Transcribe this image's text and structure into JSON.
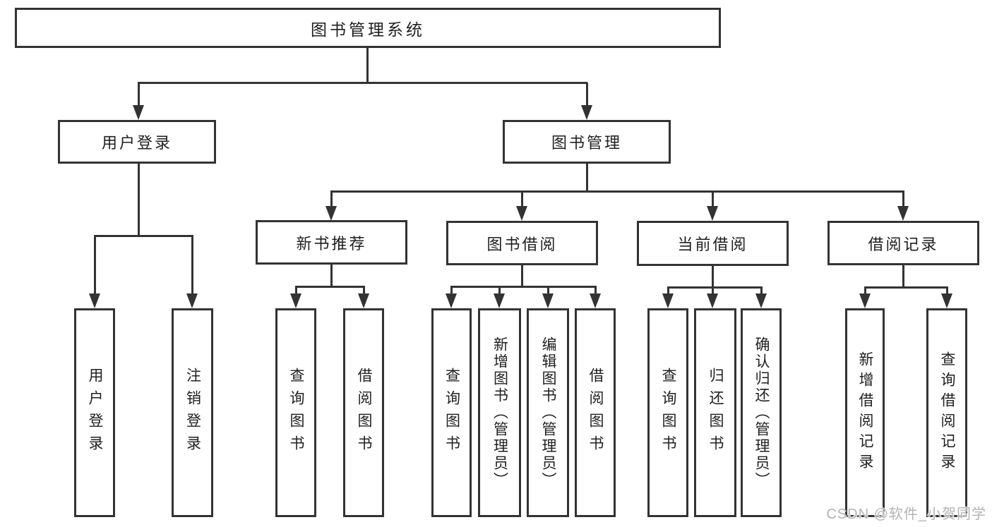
{
  "diagram": {
    "root": {
      "label": "图书管理系统"
    },
    "user_login": {
      "label": "用户登录",
      "children": [
        {
          "label": "用户登录"
        },
        {
          "label": "注销登录"
        }
      ]
    },
    "book_management": {
      "label": "图书管理",
      "sections": [
        {
          "label": "新书推荐",
          "children": [
            {
              "label": "查询图书"
            },
            {
              "label": "借阅图书"
            }
          ]
        },
        {
          "label": "图书借阅",
          "children": [
            {
              "label": "查询图书"
            },
            {
              "label": "新增图书（管理员）"
            },
            {
              "label": "编辑图书（管理员）"
            },
            {
              "label": "借阅图书"
            }
          ]
        },
        {
          "label": "当前借阅",
          "children": [
            {
              "label": "查询图书"
            },
            {
              "label": "归还图书"
            },
            {
              "label": "确认归还（管理员）"
            }
          ]
        },
        {
          "label": "借阅记录",
          "children": [
            {
              "label": "新增借阅记录"
            },
            {
              "label": "查询借阅记录"
            }
          ]
        }
      ]
    }
  },
  "watermark": {
    "text": "CSDN @软件_小贺同学"
  }
}
